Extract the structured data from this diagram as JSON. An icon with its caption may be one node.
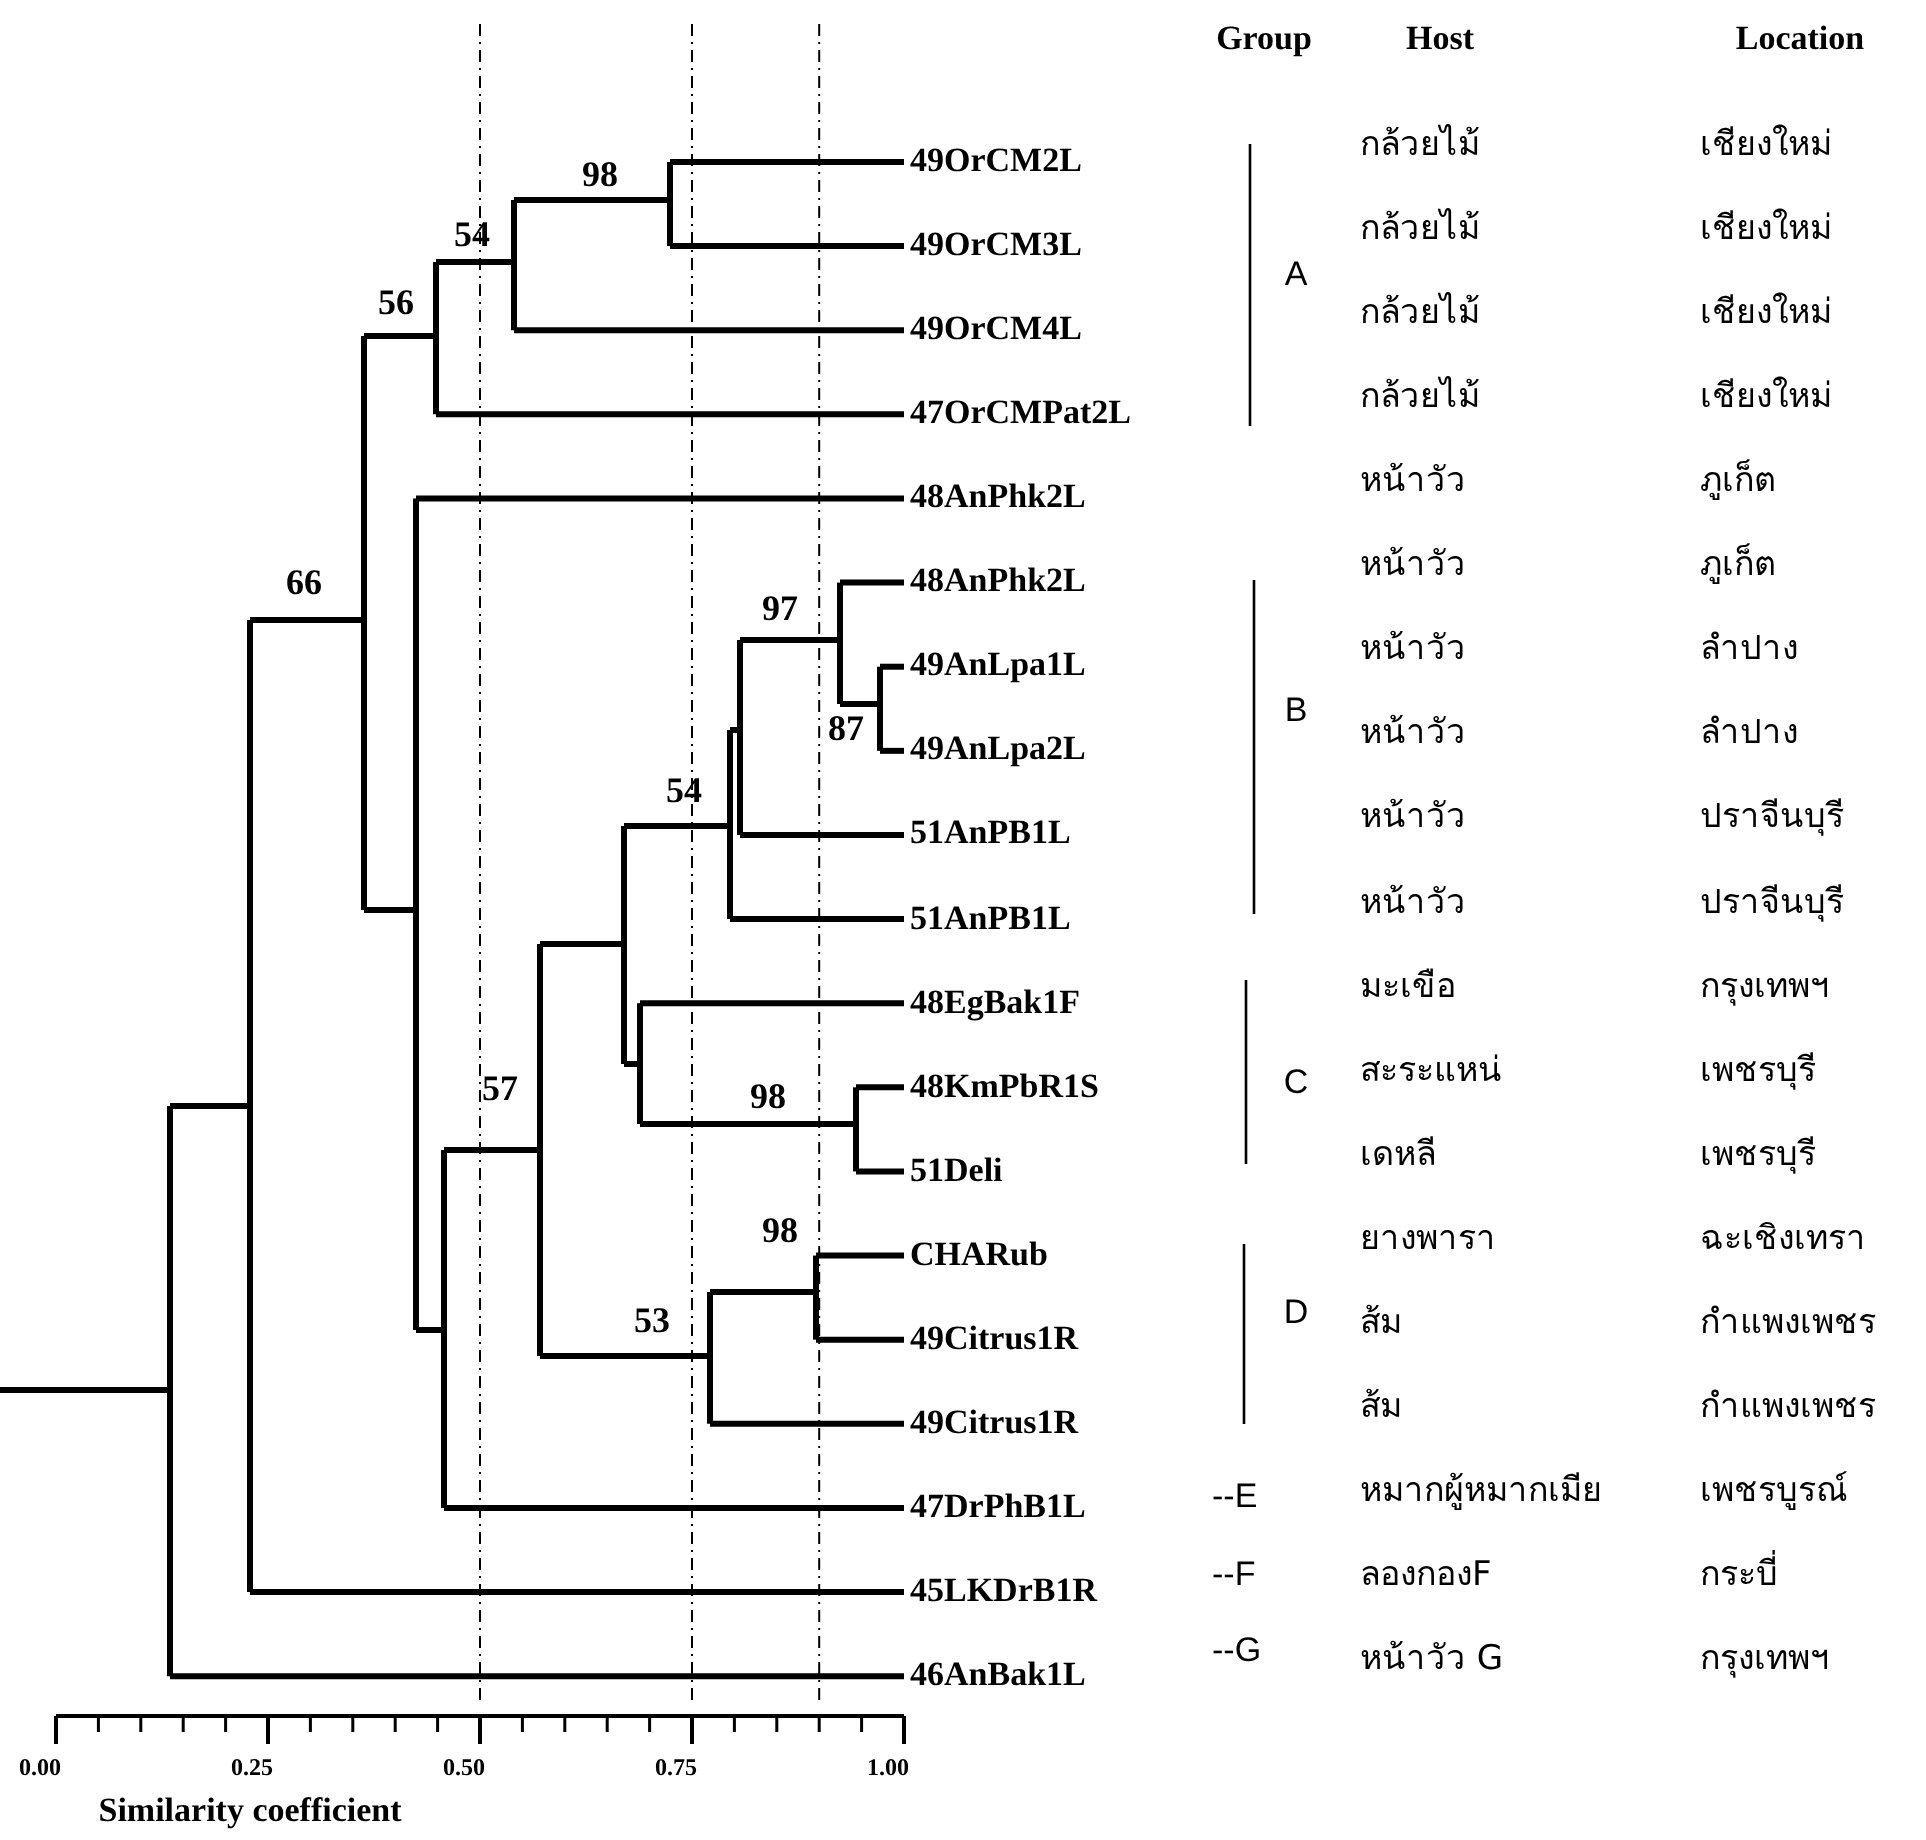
{
  "diagram": {
    "labels": [
      "Group",
      "Host",
      "Location",
      "49OrCM2L",
      "กล้วยไม้",
      "เชียงใหม่",
      "49OrCM3L",
      "กล้วยไม้",
      "เชียงใหม่",
      "49OrCM4L",
      "กล้วยไม้",
      "เชียงใหม่",
      "47OrCMPat2L",
      "กล้วยไม้",
      "เชียงใหม่",
      "48AnPhk2L",
      "หน้าวัว",
      "ภูเก็ต",
      "48AnPhk2L",
      "หน้าวัว",
      "ภูเก็ต",
      "49AnLpa1L",
      "หน้าวัว",
      "ลำปาง",
      "49AnLpa2L",
      "หน้าวัว",
      "ลำปาง",
      "51AnPB1L",
      "หน้าวัว",
      "ปราจีนบุรี",
      "51AnPB1L",
      "หน้าวัว",
      "ปราจีนบุรี",
      "48EgBak1F",
      "มะเขือ",
      "กรุงเทพฯ",
      "48KmPbR1S",
      "สะระแหน่",
      "เพชรบุรี",
      "51Deli",
      "เดหลี",
      "เพชรบุรี",
      "CHARub",
      "ยางพารา",
      "ฉะเชิงเทรา",
      "49Citrus1R",
      "ส้ม",
      "กำแพงเพชร",
      "49Citrus1R",
      "ส้ม",
      "กำแพงเพชร",
      "47DrPhB1L",
      "หมากผู้หมากเมีย",
      "เพชรบูรณ์",
      "45LKDrB1R",
      "ลองกองF",
      "กระบี่",
      "46AnBak1L",
      "หน้าวัว G",
      "กรุงเทพฯ",
      "A",
      "B",
      "C",
      "D",
      "--E",
      "--F",
      "--G",
      "98",
      "54",
      "56",
      "66",
      "97",
      "87",
      "54",
      "57",
      "98",
      "98",
      "53",
      "0.00",
      "0.25",
      "0.50",
      "0.75",
      "1.00",
      "Similarity coefficient"
    ]
  }
}
